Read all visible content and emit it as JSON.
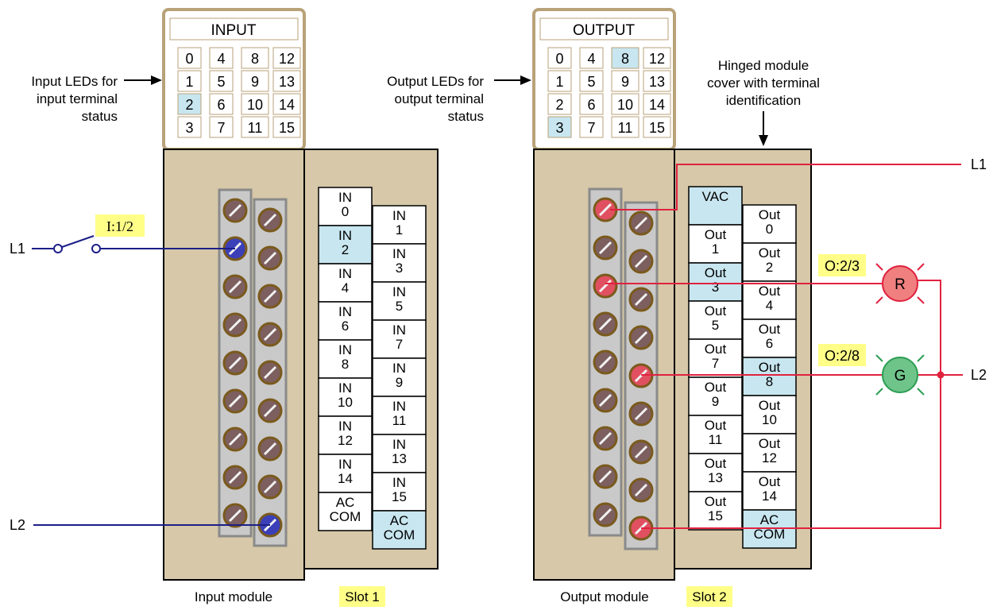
{
  "colors": {
    "module_fill": "#d6c8a8",
    "frame_border": "#b8a279",
    "led_on": "#c8e6f0",
    "term_fill": "#c9c9c9",
    "screw_fill": "#7d5f5f",
    "input_wire": "#1c1f87",
    "output_wire": "#e0223f",
    "tag_highlight": "#ffff88",
    "red_lamp": "#f08080",
    "green_lamp": "#6fc48a"
  },
  "input_panel": {
    "title": "INPUT",
    "leds": [
      [
        "0",
        "4",
        "8",
        "12"
      ],
      [
        "1",
        "5",
        "9",
        "13"
      ],
      [
        "2",
        "6",
        "10",
        "14"
      ],
      [
        "3",
        "7",
        "11",
        "15"
      ]
    ],
    "lit": [
      "2"
    ]
  },
  "output_panel": {
    "title": "OUTPUT",
    "leds": [
      [
        "0",
        "4",
        "8",
        "12"
      ],
      [
        "1",
        "5",
        "9",
        "13"
      ],
      [
        "2",
        "6",
        "10",
        "14"
      ],
      [
        "3",
        "7",
        "11",
        "15"
      ]
    ],
    "lit": [
      "8",
      "3"
    ]
  },
  "annotations": {
    "input_leds": [
      "Input LEDs for",
      "input terminal",
      "status"
    ],
    "output_leds": [
      "Output LEDs for",
      "output terminal",
      "status"
    ],
    "hinged_cover": [
      "Hinged module",
      "cover with terminal",
      "identification"
    ]
  },
  "input_card": {
    "left": [
      [
        "IN",
        "0"
      ],
      [
        "IN",
        "2"
      ],
      [
        "IN",
        "4"
      ],
      [
        "IN",
        "6"
      ],
      [
        "IN",
        "8"
      ],
      [
        "IN",
        "10"
      ],
      [
        "IN",
        "12"
      ],
      [
        "IN",
        "14"
      ],
      [
        "AC",
        "COM"
      ]
    ],
    "right": [
      [
        "IN",
        "1"
      ],
      [
        "IN",
        "3"
      ],
      [
        "IN",
        "5"
      ],
      [
        "IN",
        "7"
      ],
      [
        "IN",
        "9"
      ],
      [
        "IN",
        "11"
      ],
      [
        "IN",
        "13"
      ],
      [
        "IN",
        "15"
      ],
      [
        "AC",
        "COM"
      ]
    ],
    "highlight_left": [
      1
    ],
    "highlight_right": [
      8
    ]
  },
  "output_card": {
    "left": [
      [
        "VAC"
      ],
      [
        "Out",
        "1"
      ],
      [
        "Out",
        "3"
      ],
      [
        "Out",
        "5"
      ],
      [
        "Out",
        "7"
      ],
      [
        "Out",
        "9"
      ],
      [
        "Out",
        "11"
      ],
      [
        "Out",
        "13"
      ],
      [
        "Out",
        "15"
      ]
    ],
    "right": [
      [
        "Out",
        "0"
      ],
      [
        "Out",
        "2"
      ],
      [
        "Out",
        "4"
      ],
      [
        "Out",
        "6"
      ],
      [
        "Out",
        "8"
      ],
      [
        "Out",
        "10"
      ],
      [
        "Out",
        "12"
      ],
      [
        "Out",
        "14"
      ],
      [
        "AC",
        "COM"
      ]
    ],
    "highlight_left": [
      0,
      2
    ],
    "highlight_right": [
      4,
      8
    ]
  },
  "wiring": {
    "l1_input": "L1",
    "l2_input": "L2",
    "switch_tag": "I:1/2",
    "l1_output": "L1",
    "l2_output": "L2",
    "red_tag": "O:2/3",
    "green_tag": "O:2/8",
    "red_lamp_letter": "R",
    "green_lamp_letter": "G"
  },
  "captions": {
    "input_module": "Input module",
    "slot1": "Slot 1",
    "output_module": "Output module",
    "slot2": "Slot 2"
  }
}
